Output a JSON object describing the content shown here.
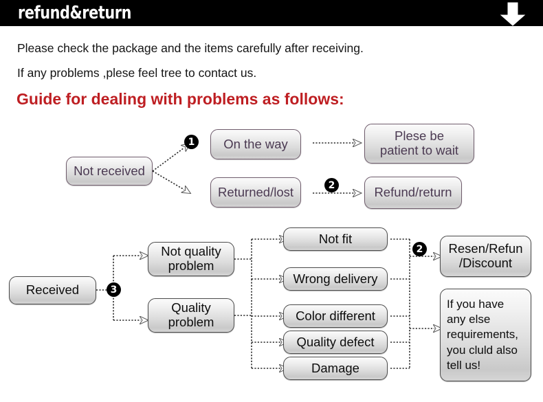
{
  "header": {
    "title": "refund&return",
    "arrow_icon": "arrow-down-icon",
    "background_color": "#000000",
    "text_color": "#ffffff"
  },
  "intro": {
    "line1": "Please check the package and the items carefully after receiving.",
    "line2": "If any problems ,plese feel tree to contact us.",
    "heading": "Guide for dealing with problems as follows:",
    "heading_color": "#be1e22"
  },
  "flow_top": {
    "start": "Not received",
    "branches": [
      {
        "badge": "1",
        "cause": "On the way",
        "outcome": "Plese be\npatient to wait"
      },
      {
        "badge": "2",
        "cause": "Returned/lost",
        "outcome": "Refund/return"
      }
    ]
  },
  "flow_bottom": {
    "start": "Received",
    "start_badge": "3",
    "categories": [
      {
        "label": "Not quality\nproblem",
        "issues": [
          "Not fit",
          "Wrong delivery"
        ]
      },
      {
        "label": "Quality\nproblem",
        "issues": [
          "Color different",
          "Quality defect",
          "Damage"
        ]
      }
    ],
    "outcomes": [
      {
        "badge": "2",
        "label": "Resen/Refun\n/Discount"
      },
      {
        "badge": "",
        "label": "If you have\nany else\nrequirements,\nyou cluld also\ntell us!"
      }
    ]
  },
  "style": {
    "node_border_top": "#6f5c6c",
    "node_text_top": "#4b3a52",
    "node_border_bottom": "#4a4a4a",
    "node_text_bottom": "#0d0d0d",
    "connector_color": "#2a2a2a"
  }
}
